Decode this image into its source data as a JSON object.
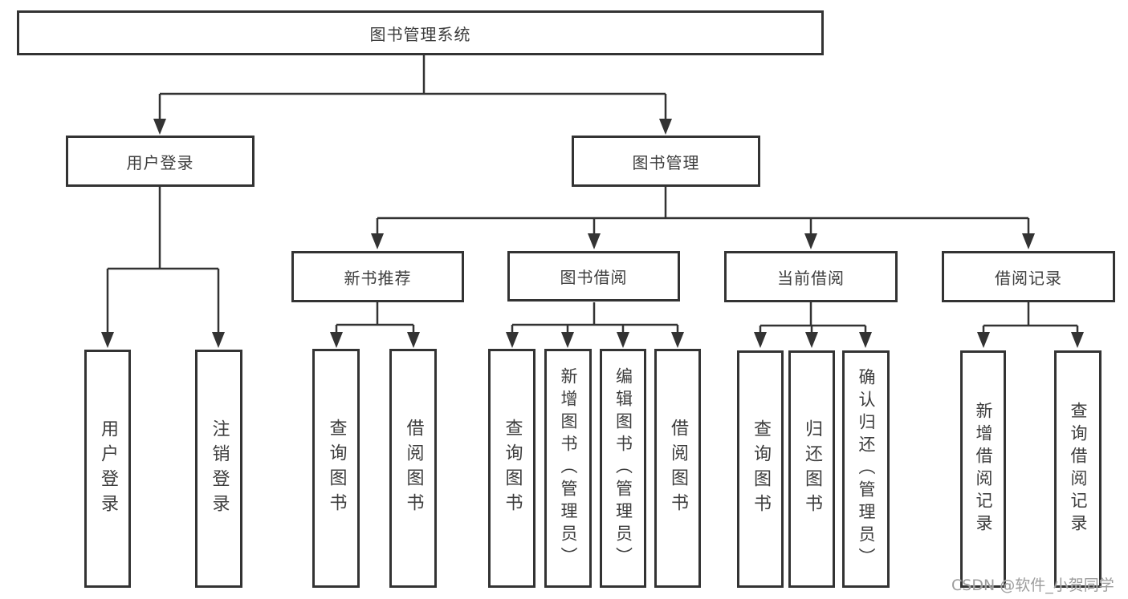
{
  "tree": {
    "root": {
      "label": "图书管理系统"
    },
    "branches": [
      {
        "label": "用户登录",
        "children": [
          {
            "label": "用户登录"
          },
          {
            "label": "注销登录"
          }
        ]
      },
      {
        "label": "图书管理",
        "children": [
          {
            "label": "新书推荐",
            "children": [
              {
                "label": "查询图书"
              },
              {
                "label": "借阅图书"
              }
            ]
          },
          {
            "label": "图书借阅",
            "children": [
              {
                "label": "查询图书"
              },
              {
                "label": "新增图书（管理员）"
              },
              {
                "label": "编辑图书（管理员）"
              },
              {
                "label": "借阅图书"
              }
            ]
          },
          {
            "label": "当前借阅",
            "children": [
              {
                "label": "查询图书"
              },
              {
                "label": "归还图书"
              },
              {
                "label": "确认归还（管理员）"
              }
            ]
          },
          {
            "label": "借阅记录",
            "children": [
              {
                "label": "新增借阅记录"
              },
              {
                "label": "查询借阅记录"
              }
            ]
          }
        ]
      }
    ]
  },
  "watermark": {
    "text": "CSDN @软件_小贺同学"
  },
  "colors": {
    "line": "#333333",
    "box_border": "#333333",
    "text": "#3d3d3d",
    "watermark": "#9c9c9c",
    "background": "#ffffff"
  }
}
